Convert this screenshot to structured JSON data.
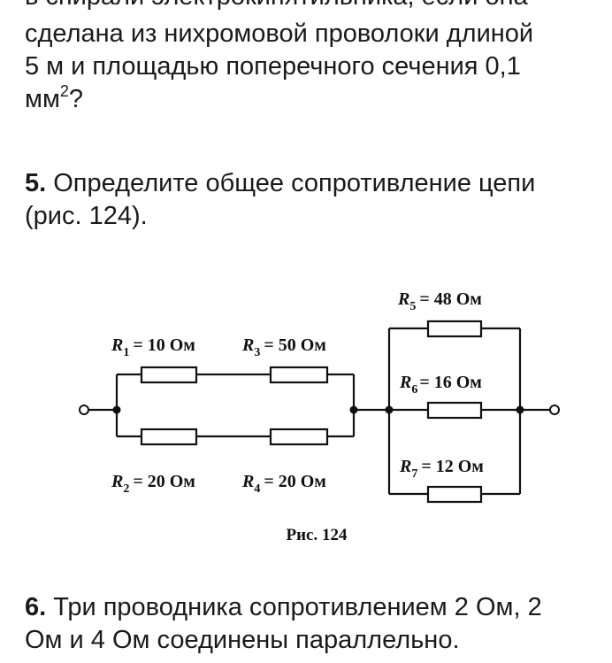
{
  "problem4": {
    "cut_line": "в спирали электрокипятильника, если она",
    "line1": "сделана из нихромовой проволоки длиной",
    "line2": "5 м и площадью поперечного сечения 0,1",
    "line3_base": "мм",
    "line3_sup": "2",
    "line3_end": "?"
  },
  "problem5": {
    "number": "5.",
    "line1": "Определите общее сопротивление цепи",
    "line2": "(рис. 124)."
  },
  "figure": {
    "resistors": [
      {
        "id": "R1",
        "sym": "R",
        "sub": "1",
        "value": "= 10 Ом"
      },
      {
        "id": "R2",
        "sym": "R",
        "sub": "2",
        "value": "= 20 Ом"
      },
      {
        "id": "R3",
        "sym": "R",
        "sub": "3",
        "value": "= 50 Ом"
      },
      {
        "id": "R4",
        "sym": "R",
        "sub": "4",
        "value": "= 20 Ом"
      },
      {
        "id": "R5",
        "sym": "R",
        "sub": "5",
        "value": "= 48 Ом"
      },
      {
        "id": "R6",
        "sym": "R",
        "sub": "6",
        "value": "= 16 Ом"
      },
      {
        "id": "R7",
        "sym": "R",
        "sub": "7",
        "value": "= 12 Ом"
      }
    ],
    "caption": "Рис. 124"
  },
  "problem6": {
    "number": "6.",
    "line1": "Три проводника сопротивлением 2 Ом, 2",
    "line2": "Ом и 4 Ом соединены параллельно."
  }
}
